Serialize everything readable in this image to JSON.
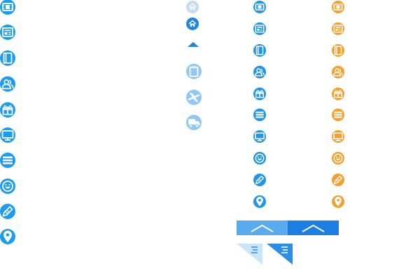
{
  "colors": {
    "blue_large": "#1a9cf0",
    "blue_small": "#2196e8",
    "orange": "#f5a02e",
    "light_blue": "#90c8f3",
    "home_blue": "#1f86dd",
    "bar_light": "#5aaaf0",
    "bar_dark": "#1b7ee0",
    "flag_light": "#c9e5fb",
    "flag_dark": "#2a8fe6"
  },
  "large_column": [
    {
      "icon": "film-icon"
    },
    {
      "icon": "newspaper-icon"
    },
    {
      "icon": "book-icon"
    },
    {
      "icon": "users-icon"
    },
    {
      "icon": "gift-icon"
    },
    {
      "icon": "monitor-icon"
    },
    {
      "icon": "menu-icon"
    },
    {
      "icon": "smiley-icon"
    },
    {
      "icon": "pencil-icon"
    },
    {
      "icon": "location-pin-icon"
    }
  ],
  "misc_column": [
    {
      "icon": "home-icon",
      "state": "inactive"
    },
    {
      "icon": "home-icon",
      "state": "active"
    },
    {
      "icon": "caret-up-icon"
    },
    {
      "icon": "clipboard-icon"
    },
    {
      "icon": "airplane-icon"
    },
    {
      "icon": "truck-icon"
    }
  ],
  "small_blue_column": [
    {
      "icon": "film-icon"
    },
    {
      "icon": "newspaper-icon"
    },
    {
      "icon": "book-icon"
    },
    {
      "icon": "users-icon"
    },
    {
      "icon": "gift-icon"
    },
    {
      "icon": "menu-icon"
    },
    {
      "icon": "monitor-icon"
    },
    {
      "icon": "smiley-icon"
    },
    {
      "icon": "pencil-icon"
    },
    {
      "icon": "location-pin-icon"
    }
  ],
  "small_orange_column": [
    {
      "icon": "film-icon"
    },
    {
      "icon": "newspaper-icon"
    },
    {
      "icon": "book-icon"
    },
    {
      "icon": "users-icon"
    },
    {
      "icon": "gift-icon"
    },
    {
      "icon": "menu-icon"
    },
    {
      "icon": "monitor-icon"
    },
    {
      "icon": "smiley-icon"
    },
    {
      "icon": "pencil-icon"
    },
    {
      "icon": "location-pin-icon"
    }
  ],
  "back_to_top_buttons": [
    {
      "icon": "chevron-up-icon",
      "state": "normal"
    },
    {
      "icon": "chevron-up-icon",
      "state": "hover"
    }
  ],
  "corner_menu_flags": [
    {
      "icon": "list-icon",
      "state": "normal"
    },
    {
      "icon": "list-icon",
      "state": "hover"
    }
  ]
}
